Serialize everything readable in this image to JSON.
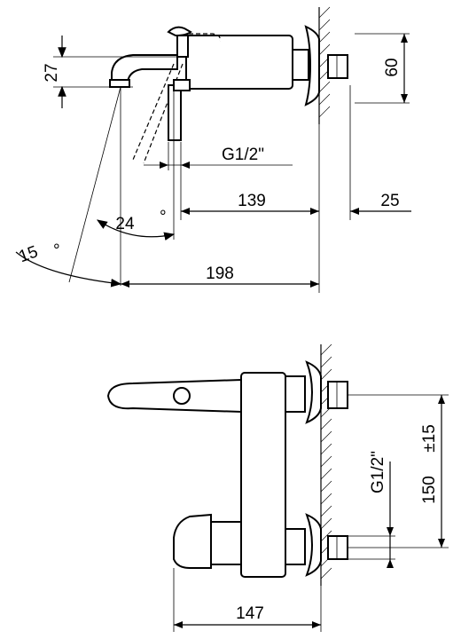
{
  "top_view": {
    "dim_27": "27",
    "dim_60": "60",
    "thread": "G1/2\"",
    "dim_139": "139",
    "dim_25": "25",
    "angle_24": "24",
    "angle_15": "15",
    "degree_symbol": "°",
    "dim_198": "198"
  },
  "front_view": {
    "dim_150": "150",
    "tolerance": "±15",
    "thread": "G1/2\"",
    "dim_147": "147"
  }
}
